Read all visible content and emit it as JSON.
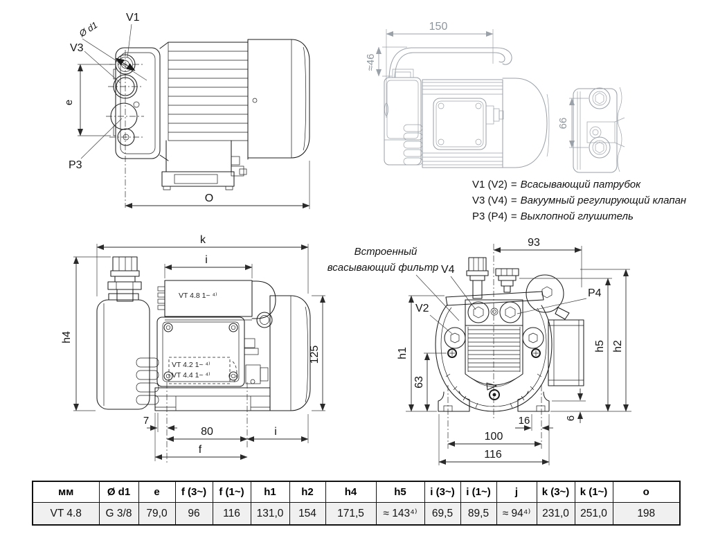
{
  "legend": {
    "items": [
      {
        "code": "V1 (V2)",
        "sep": "=",
        "desc": "Всасывающий патрубок"
      },
      {
        "code": "V3 (V4)",
        "sep": "=",
        "desc": "Вакуумный регулирующий клапан"
      },
      {
        "code": "P3 (P4)",
        "sep": "=",
        "desc": "Выхлопной глушитель"
      }
    ]
  },
  "view_top_left": {
    "label_d1": "Ø d1",
    "label_v1": "V1",
    "label_v3": "V3",
    "label_p3": "P3",
    "dim_e": "e",
    "dim_o": "O"
  },
  "view_top_right": {
    "dim_150": "150",
    "dim_46": "≈46",
    "dim_66": "66"
  },
  "view_bottom_left": {
    "dim_k": "k",
    "dim_i_top": "i",
    "dim_h4": "h4",
    "dim_125": "125",
    "dim_7": "7",
    "dim_80": "80",
    "dim_i_bottom": "i",
    "dim_f": "f",
    "plate_label": "VT 4.8  1~ ⁴⁾",
    "dashed_label_1": "VT 4.2  1~ ⁴⁾",
    "dashed_label_2": "VT 4.4  1~ ⁴⁾"
  },
  "view_bottom_right": {
    "filter_note_1": "Встроенный",
    "filter_note_2": "всасывающий фильтр",
    "label_v4": "V4",
    "label_v2": "V2",
    "label_p4": "P4",
    "dim_93": "93",
    "dim_h1": "h1",
    "dim_63": "63",
    "dim_h5": "h5",
    "dim_h2": "h2",
    "dim_16": "16",
    "dim_6": "6",
    "dim_100": "100",
    "dim_116": "116"
  },
  "table": {
    "headers": [
      "мм",
      "Ø d1",
      "e",
      "f (3~)",
      "f (1~)",
      "h1",
      "h2",
      "h4",
      "h5",
      "i (3~)",
      "i (1~)",
      "j",
      "k (3~)",
      "k (1~)",
      "o"
    ],
    "row": [
      "VT 4.8",
      "G 3/8",
      "79,0",
      "96",
      "116",
      "131,0",
      "154",
      "171,5",
      "≈ 143⁴⁾",
      "69,5",
      "89,5",
      "≈ 94⁴⁾",
      "231,0",
      "251,0",
      "198"
    ]
  },
  "colors": {
    "line": "#1b1b1b",
    "gray_line": "#9aa1a8",
    "table_row_bg": "#f0f0f0"
  }
}
